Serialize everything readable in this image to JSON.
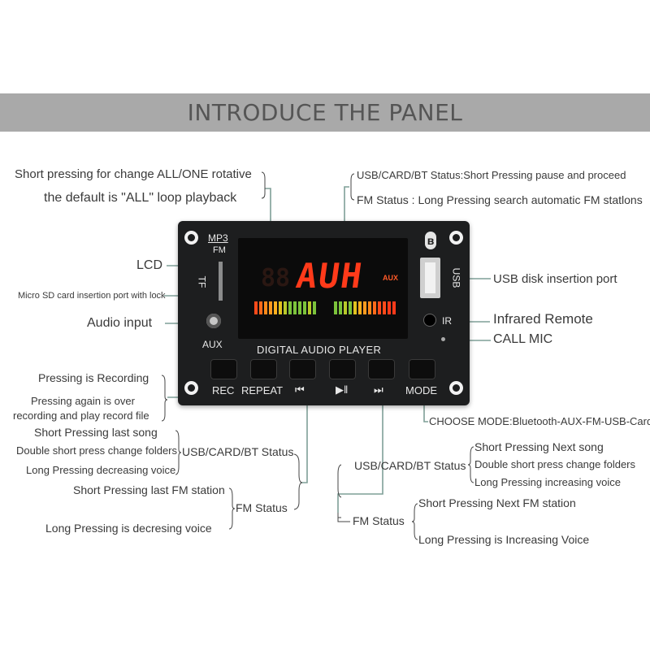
{
  "banner": {
    "title": "INTRODUCE THE PANEL"
  },
  "board": {
    "logo_top": "MP3",
    "logo_bottom": "FM",
    "display_text": "AUH",
    "display_aux": "AUX",
    "display_dim": "88",
    "tf_label": "TF",
    "usb_label": "USB",
    "aux_label": "AUX",
    "ir_label": "IR",
    "brand_text": "DIGITAL AUDIO PLAYER",
    "button_labels": {
      "rec": "REC",
      "repeat": "REPEAT",
      "prev": "⏮",
      "play": "▶ǁ",
      "next": "⏭",
      "mode": "MODE"
    },
    "colors": {
      "board": "#1d1e1f",
      "display_red": "#ff3a1a",
      "vu_green": "#7cc33b",
      "vu_orange": "#ff9a1f"
    }
  },
  "callouts": {
    "repeat_line1": "Short pressing for change ALL/ONE rotative",
    "repeat_line2": "the default is \"ALL\" loop playback",
    "lcd": "LCD",
    "microsd": "Micro SD card insertion port with lock",
    "audio_input": "Audio input",
    "rec_1": "Pressing is Recording",
    "rec_2a": "Pressing again is over",
    "rec_2b": "recording and play record file",
    "prev_short": "Short Pressing last song",
    "prev_double": "Double short press change folders",
    "prev_long": "Long Pressing decreasing voice",
    "prev_status": "USB/CARD/BT Status",
    "prev_fm_short": "Short Pressing last FM station",
    "prev_fm_status": "FM Status",
    "prev_fm_long": "Long Pressing is decresing voice",
    "play_usb": "USB/CARD/BT Status:Short Pressing pause and proceed",
    "play_fm": "FM Status : Long Pressing search automatic FM statlons",
    "usb_port": "USB disk insertion port",
    "infrared": "Infrared Remote",
    "call_mic": "CALL MIC",
    "mode": "CHOOSE MODE:Bluetooth-AUX-FM-USB-Card",
    "next_status": "USB/CARD/BT Status",
    "next_short": "Short Pressing Next song",
    "next_double": "Double short press change folders",
    "next_long": "Long Pressing increasing voice",
    "next_fm_status": "FM Status",
    "next_fm_short": "Short Pressing Next FM station",
    "next_fm_long": "Long Pressing is Increasing Voice"
  },
  "icons": [
    "bluetooth-icon",
    "prev-track-icon",
    "play-pause-icon",
    "next-track-icon"
  ]
}
